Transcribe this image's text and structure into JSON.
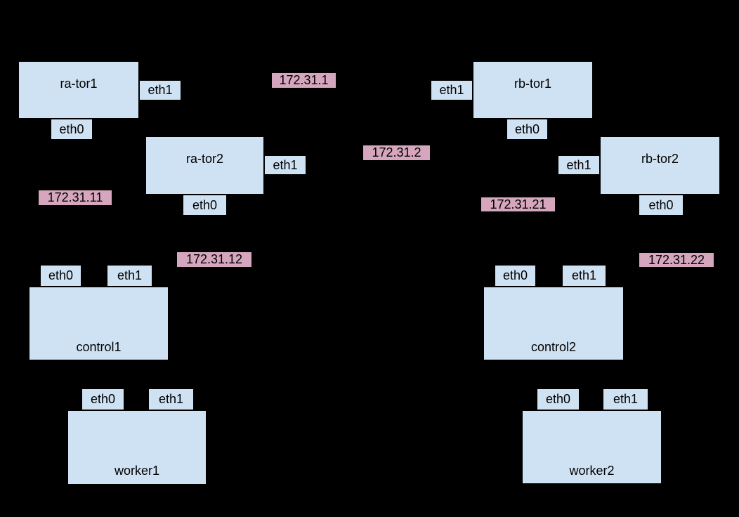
{
  "diagram": {
    "colors": {
      "background": "#000000",
      "node_fill": "#cfe2f3",
      "node_border": "#000000",
      "ip_fill": "#d5a6bd",
      "text": "#000000"
    },
    "nodes": {
      "ra_tor1": "ra-tor1",
      "ra_tor2": "ra-tor2",
      "rb_tor1": "rb-tor1",
      "rb_tor2": "rb-tor2",
      "control1": "control1",
      "control2": "control2",
      "worker1": "worker1",
      "worker2": "worker2"
    },
    "port_labels": {
      "eth0": "eth0",
      "eth1": "eth1"
    },
    "ip_labels": {
      "net1": "172.31.1",
      "net2": "172.31.2",
      "subnet11": "172.31.11",
      "subnet12": "172.31.12",
      "subnet21": "172.31.21",
      "subnet22": "172.31.22"
    }
  }
}
